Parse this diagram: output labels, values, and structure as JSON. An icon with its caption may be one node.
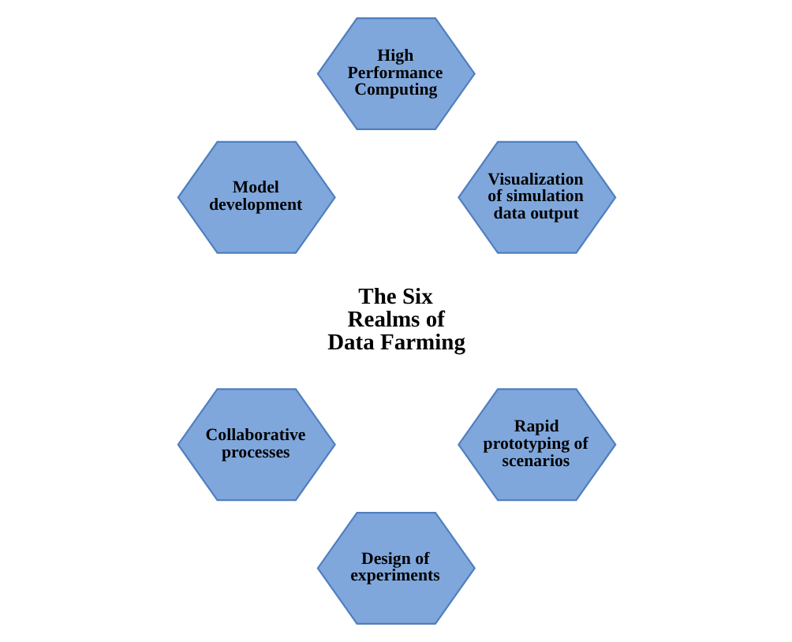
{
  "diagram": {
    "nodes": [
      {
        "text": [
          "High Performance Computing"
        ]
      },
      {
        "text": [
          "Visualization of simulation data output"
        ]
      },
      {
        "text": [
          "Rapid prototyping of scenarios"
        ]
      },
      {
        "text": [
          "Design of experiments"
        ]
      },
      {
        "text": [
          "Collaborative processes"
        ]
      },
      {
        "text": [
          "Model development"
        ]
      }
    ],
    "labels": [
      "The Six Realms of Data Farming"
    ]
  }
}
